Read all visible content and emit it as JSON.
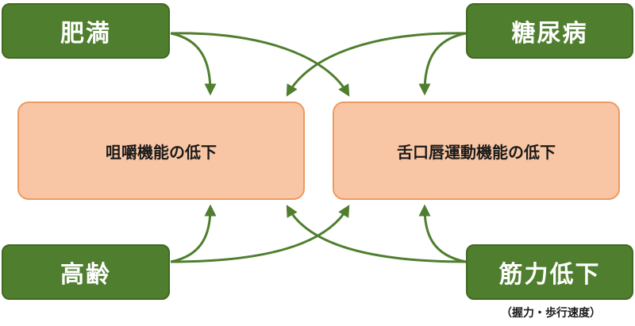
{
  "factors": {
    "obesity": "肥満",
    "diabetes": "糖尿病",
    "aging": "高齢",
    "muscle_weakness": "筋力低下",
    "muscle_weakness_note": "（握力・歩行速度）"
  },
  "outcomes": {
    "chewing": "咀嚼機能の低下",
    "tongue_lip": "舌口唇運動機能の低下"
  },
  "colors": {
    "factor_fill": "#4f7e2e",
    "outcome_fill": "#f8c6a4",
    "outcome_border": "#ec9a62",
    "arrow": "#4f7e2e"
  }
}
